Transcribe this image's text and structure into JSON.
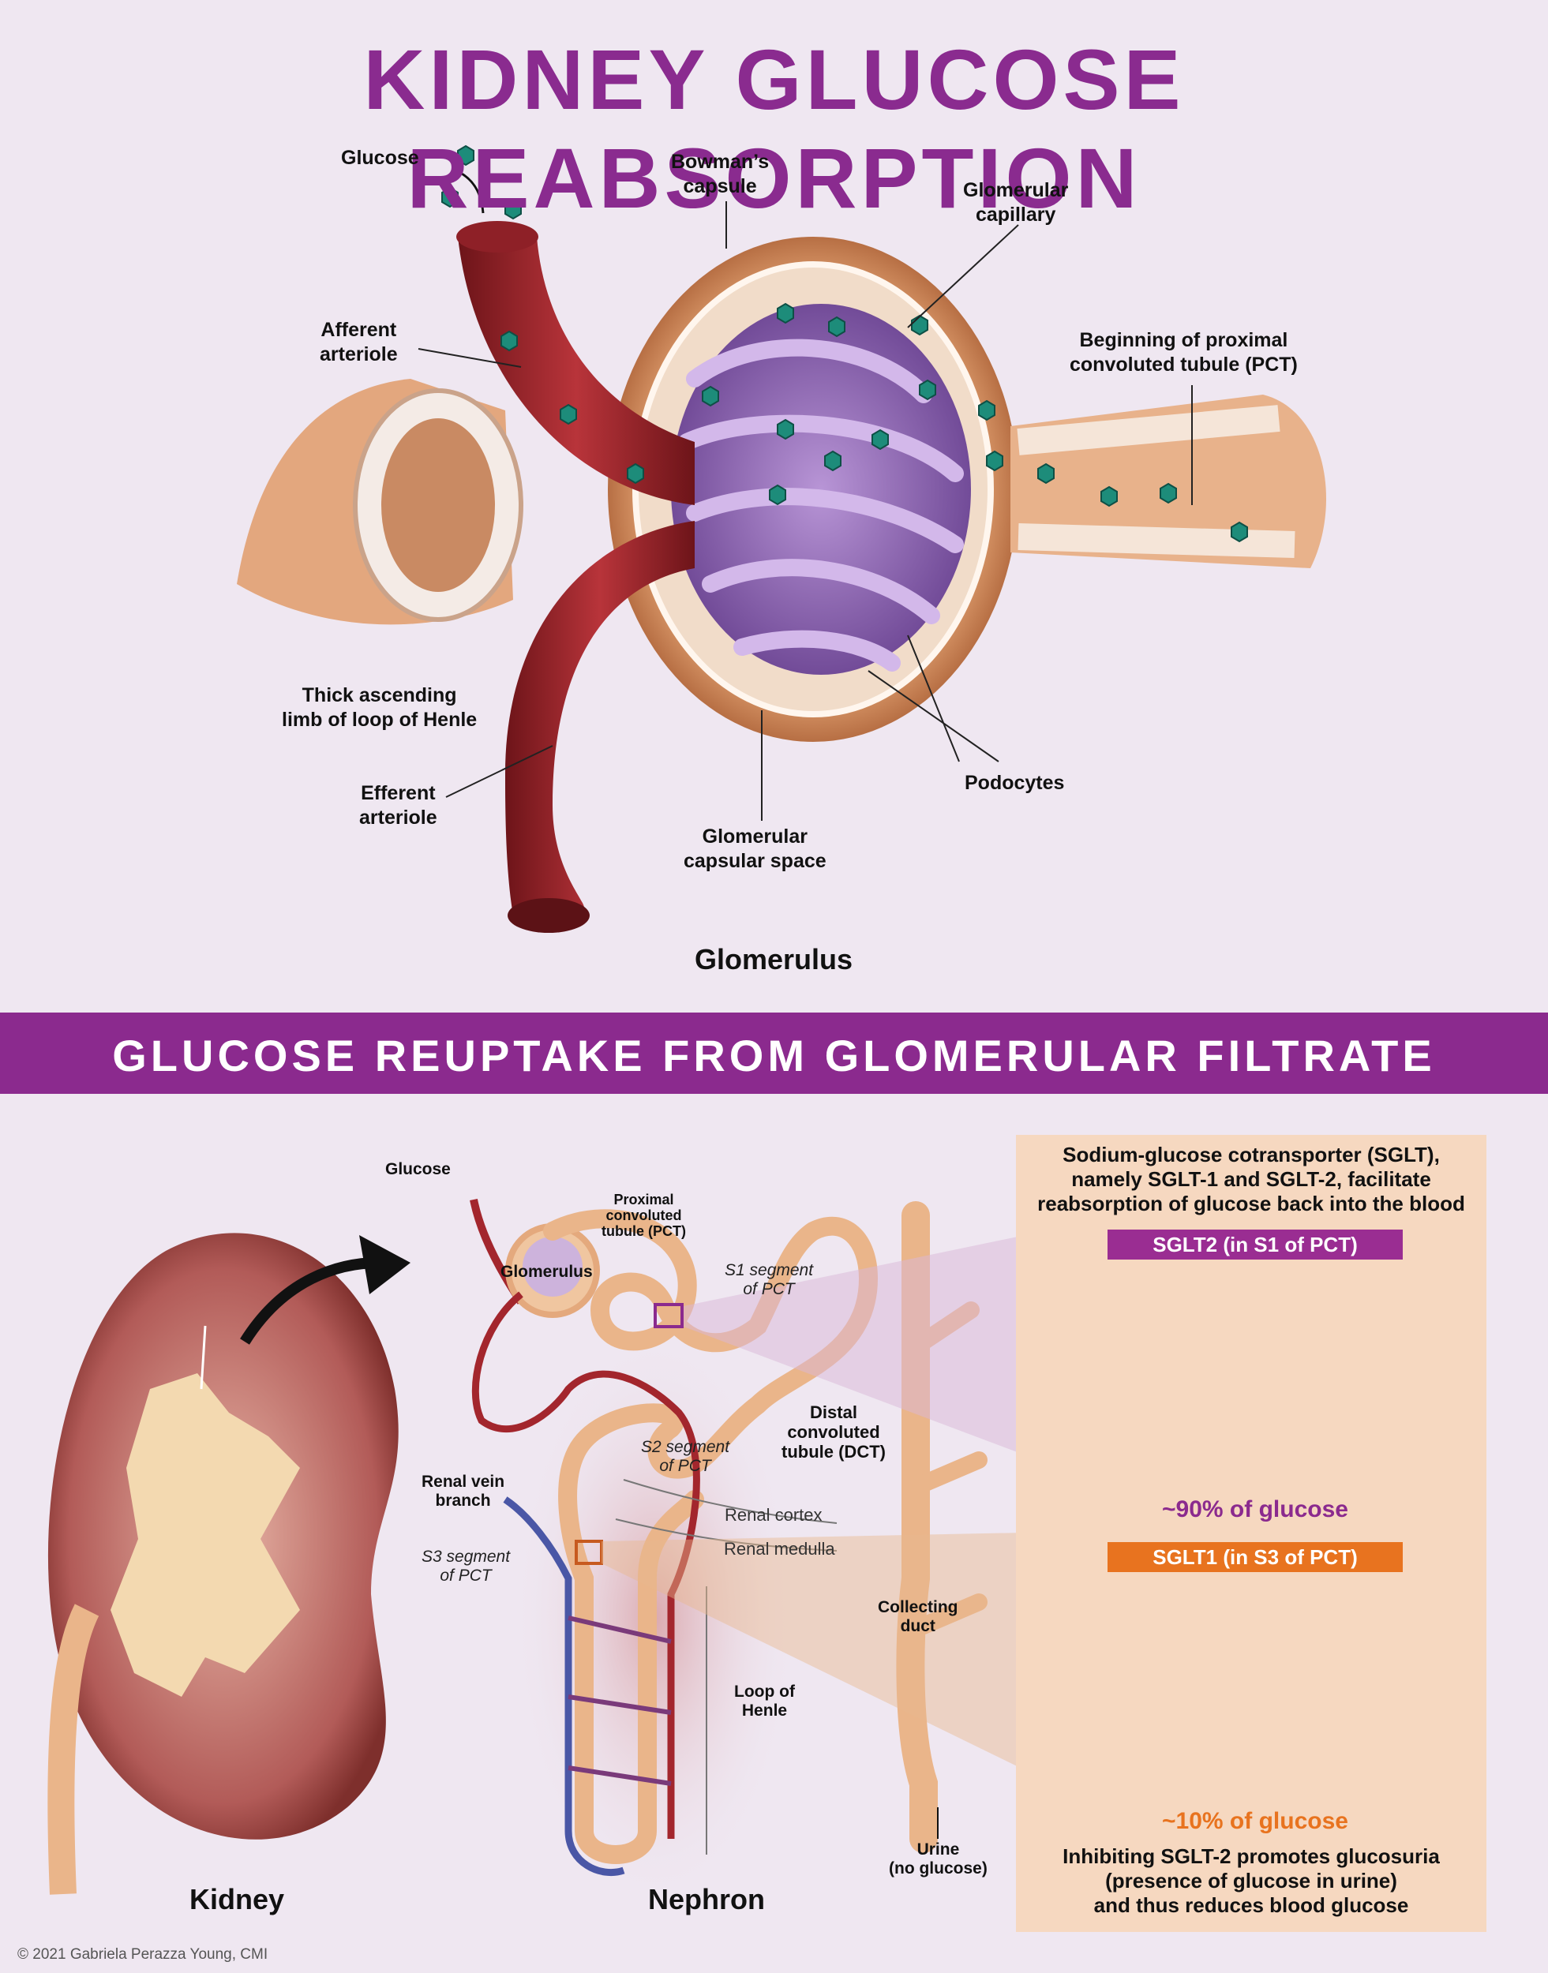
{
  "title": "KIDNEY GLUCOSE REABSORPTION",
  "glomerulus": {
    "caption": "Glomerulus",
    "labels": {
      "glucose": "Glucose",
      "bowmans_capsule": "Bowman’s\ncapsule",
      "glomerular_capillary": "Glomerular\ncapillary",
      "afferent_arteriole": "Afferent\narteriole",
      "pct_beginning": "Beginning of proximal\nconvoluted tubule (PCT)",
      "thick_ascending_limb": "Thick ascending\nlimb of loop of Henle",
      "efferent_arteriole": "Efferent\narteriole",
      "podocytes": "Podocytes",
      "capsular_space": "Glomerular\ncapsular space"
    }
  },
  "banner": "GLUCOSE REUPTAKE FROM GLOMERULAR FILTRATE",
  "nephron": {
    "kidney_caption": "Kidney",
    "nephron_caption": "Nephron",
    "labels": {
      "glucose": "Glucose",
      "glomerulus": "Glomerulus",
      "pct": "Proximal\nconvoluted\ntubule (PCT)",
      "s1": "S1 segment\nof PCT",
      "dct": "Distal\nconvoluted\ntubule (DCT)",
      "s2": "S2 segment\nof PCT",
      "renal_vein": "Renal vein\nbranch",
      "s3": "S3 segment\nof PCT",
      "renal_cortex": "Renal cortex",
      "renal_medulla": "Renal medulla",
      "collecting_duct": "Collecting\nduct",
      "loop_of_henle": "Loop of\nHenle",
      "urine": "Urine\n(no glucose)"
    }
  },
  "panel": {
    "intro": "Sodium-glucose cotransporter (SGLT),\nnamely SGLT-1 and SGLT-2, facilitate\nreabsorption of glucose back into the blood",
    "sglt2_label": "SGLT2 (in S1 of PCT)",
    "sglt2_pct": "~90% of glucose",
    "sglt1_label": "SGLT1 (in S3 of PCT)",
    "sglt1_pct": "~10% of glucose",
    "conclusion": "Inhibiting SGLT-2 promotes glucosuria\n(presence of glucose in urine)\nand thus reduces blood glucose"
  },
  "copyright": "© 2021 Gabriela Perazza Young, CMI",
  "colors": {
    "purple": "#8b2a8e",
    "sglt2": "#9a2d92",
    "sglt1": "#e8731f",
    "glucose": "#1d8c7a",
    "artery": "#a3262d",
    "vein": "#4a57a6",
    "tubule": "#eab58a"
  }
}
